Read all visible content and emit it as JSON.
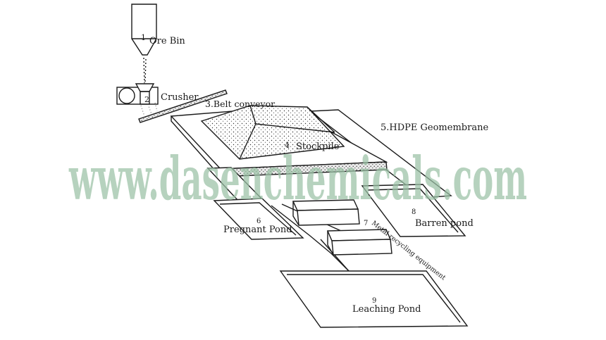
{
  "labels": {
    "ore_bin_num": "1",
    "ore_bin": "Ore Bin",
    "crusher_num": "2",
    "crusher": "Crusher",
    "belt_conveyor": "3.Belt conveyor",
    "stockpile_num": "4",
    "stockpile": "Stockpile",
    "geomembrane": "5.HDPE Geomembrane",
    "pregnant_num": "6",
    "pregnant": "Pregnant Pond",
    "metal_num": "7",
    "metal": "Metal recycling equipment",
    "barren_num": "8",
    "barren": "Barren pond",
    "leaching_num": "9",
    "leaching": "Leaching Pond"
  },
  "watermark": "www.dasenchemicals.com"
}
